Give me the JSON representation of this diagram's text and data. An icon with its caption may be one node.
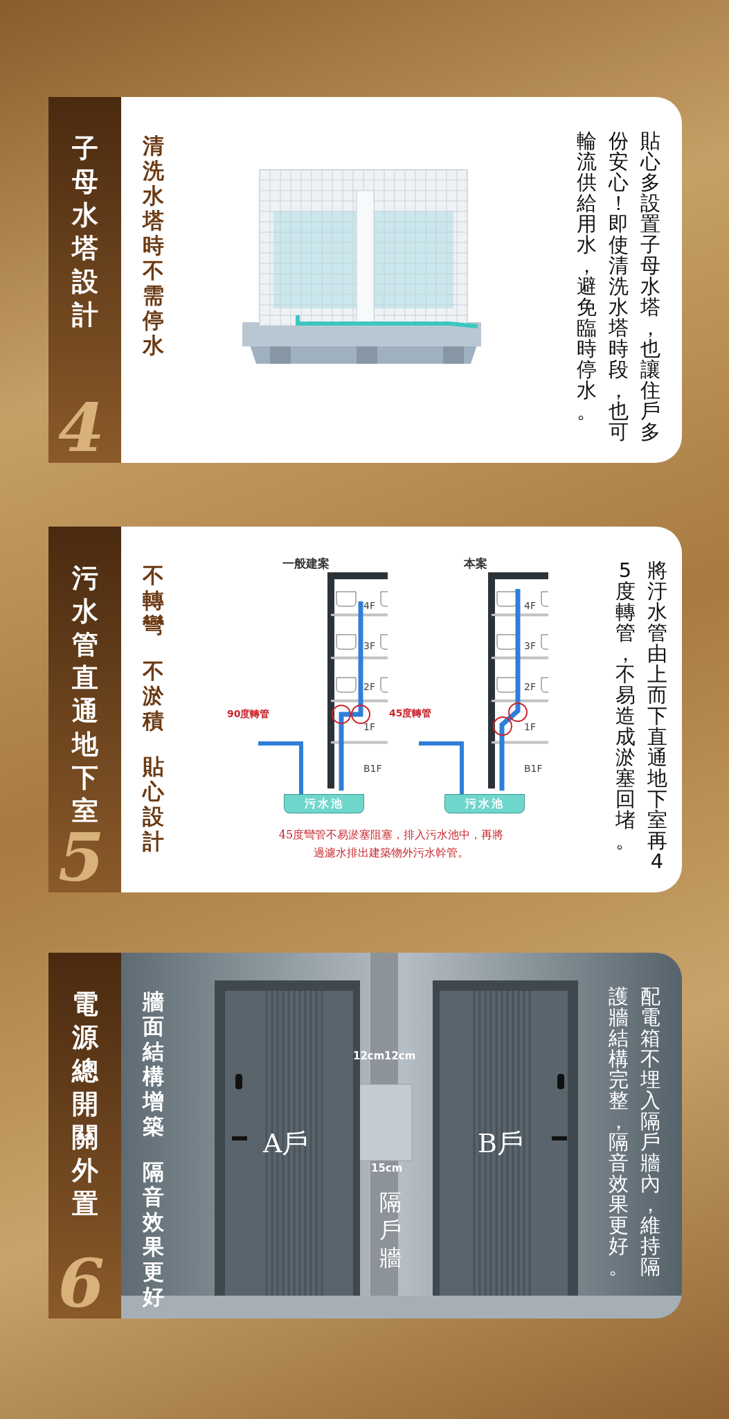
{
  "diagram": {
    "nodes": [
      {
        "text": [
          "4",
          "子母水塔設計",
          "清洗水塔時不需停水",
          "貼心多設置子母水塔，也讓住戶多份安心！即使清洗水塔時段，也可輪流供給用水，避免臨時停水。"
        ]
      },
      {
        "text": [
          "5",
          "污水管直通地下室",
          "不轉彎",
          "不淤積",
          "貼心設計",
          "將汙水管由上而下直通地下室再45度轉管，不易造成淤塞回堵。"
        ]
      },
      {
        "text": [
          "污水池"
        ],
        "in": 1
      },
      {
        "text": [
          "污水池"
        ],
        "in": 1
      },
      {
        "text": [
          "6",
          "電源總開關外置",
          "牆面結構增築",
          "隔音效果更好",
          "配電箱不埋入隔戶牆內，維持隔護牆結構完整，隔音效果更好。"
        ]
      }
    ],
    "labels": [
      "一般建案",
      "本案",
      "4F",
      "4F",
      "3F",
      "3F",
      "2F",
      "2F",
      "90度轉管",
      "1F",
      "45度轉管",
      "1F",
      "B1F",
      "B1F",
      "45度彎管不易淤塞阻塞，排入污水池中，再將過濾水排出建築物外污水幹管。",
      "12cm",
      "12cm",
      "A戶",
      "B戶",
      "15cm",
      "隔戶牆"
    ]
  }
}
